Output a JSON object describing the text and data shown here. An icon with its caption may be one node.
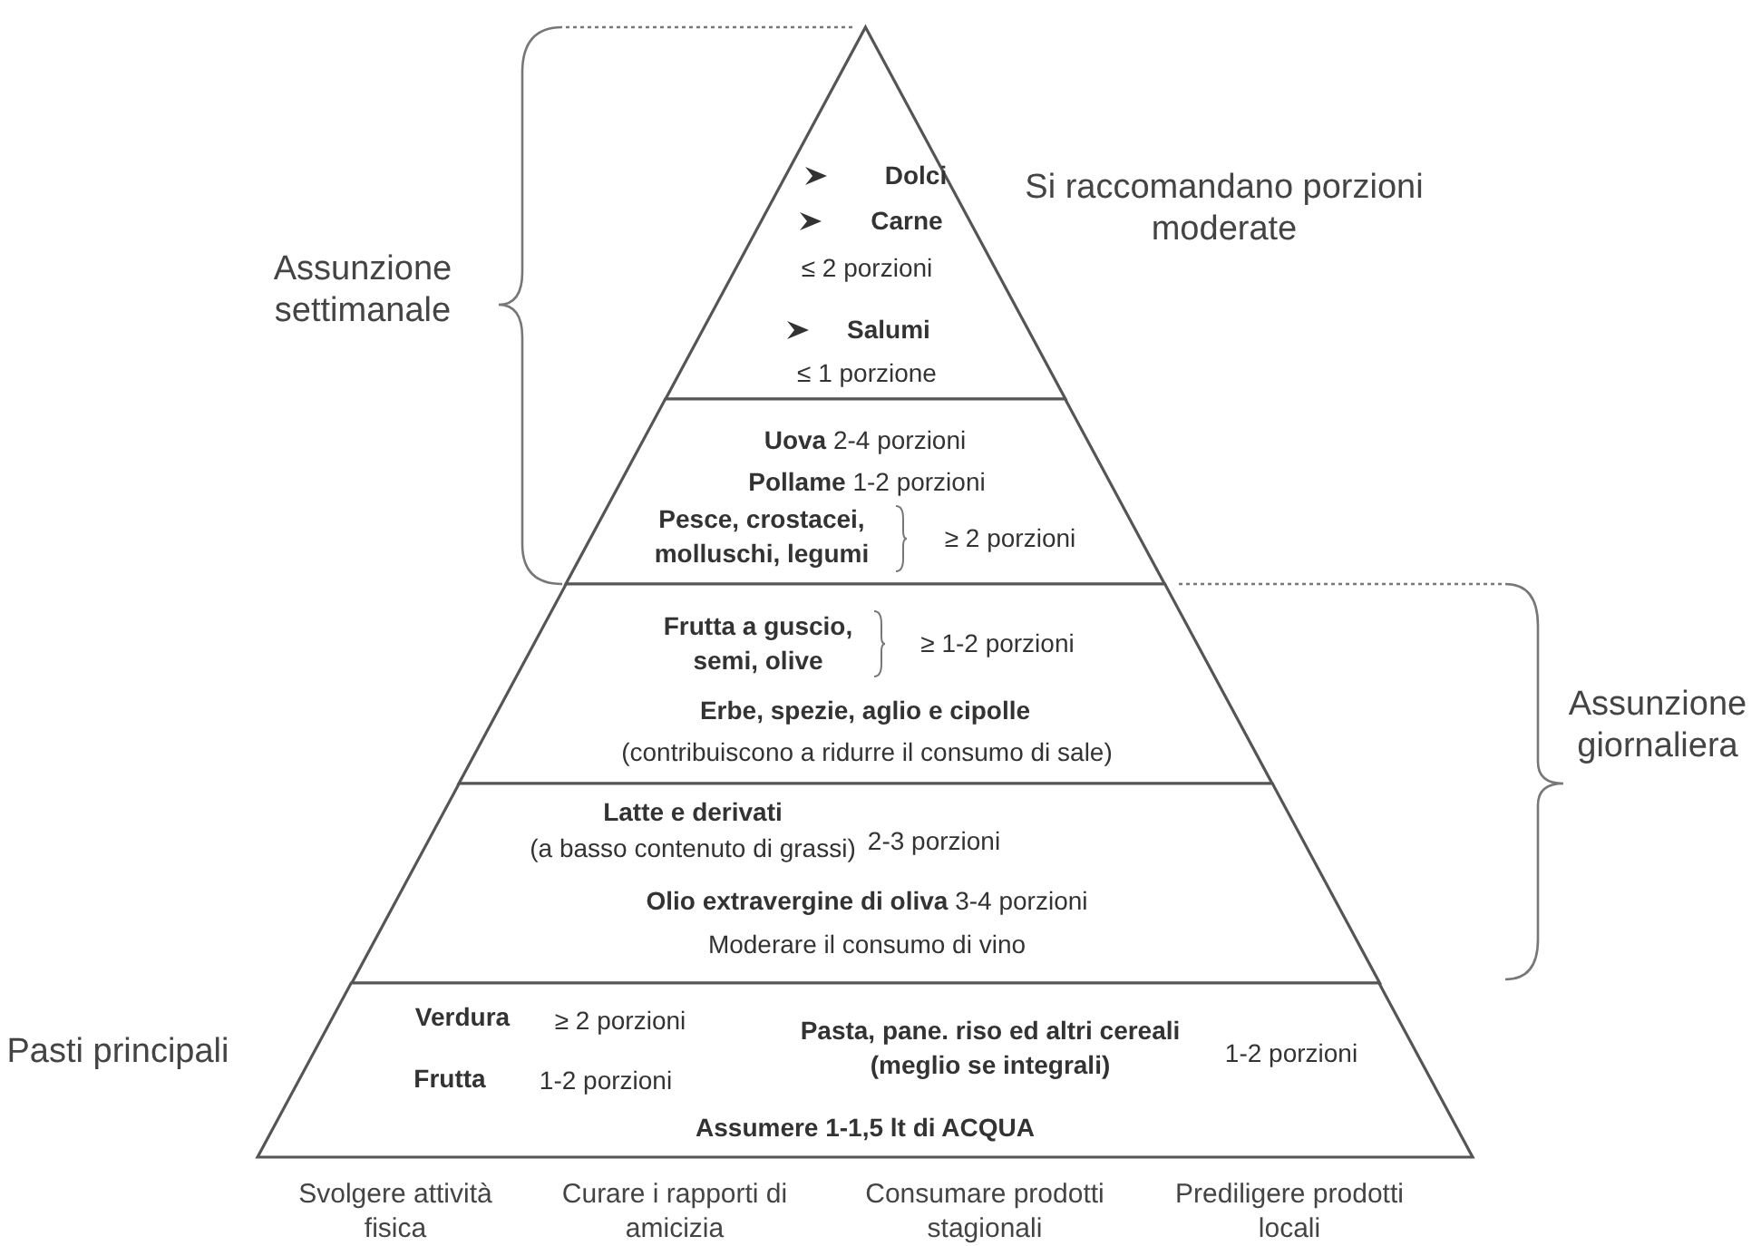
{
  "diagram": {
    "nodes": [
      {
        "text": [
          "Dolci",
          "Carne",
          "≤ 2 porzioni",
          "Salumi",
          "≤ 1 porzione"
        ]
      },
      {
        "text": [
          "**Uova** 2-4 porzioni",
          "**Pollame** 1-2 porzioni",
          "Pesce, crostacei, molluschi, legumi",
          "≥ 2 porzioni"
        ]
      },
      {
        "text": [
          "Frutta a guscio, semi, olive",
          "≥ 1-2 porzioni",
          "Erbe, spezie, aglio e cipolle",
          "(contribuiscono a ridurre il consumo di sale)"
        ]
      },
      {
        "text": [
          "Latte e derivati",
          "(a basso contenuto di grassi)",
          "2-3 porzioni",
          "**Olio extravergine di oliva** 3-4 porzioni",
          "Moderare il consumo di vino"
        ]
      },
      {
        "text": [
          "Verdura",
          "≥ 2 porzioni",
          "Frutta",
          "1-2 porzioni",
          "Pasta, pane. riso ed altri cereali (meglio se integrali)",
          "1-2 porzioni",
          "Assumere 1-1,5 lt di ACQUA"
        ]
      }
    ],
    "labels": [
      "Assunzione settimanale",
      "Si raccomandano porzioni moderate",
      "Assunzione giornaliera",
      "Pasti principali",
      "Svolgere attività fisica",
      "Curare i rapporti di amicizia",
      "Consumare prodotti stagionali",
      "Prediligere prodotti locali"
    ]
  }
}
